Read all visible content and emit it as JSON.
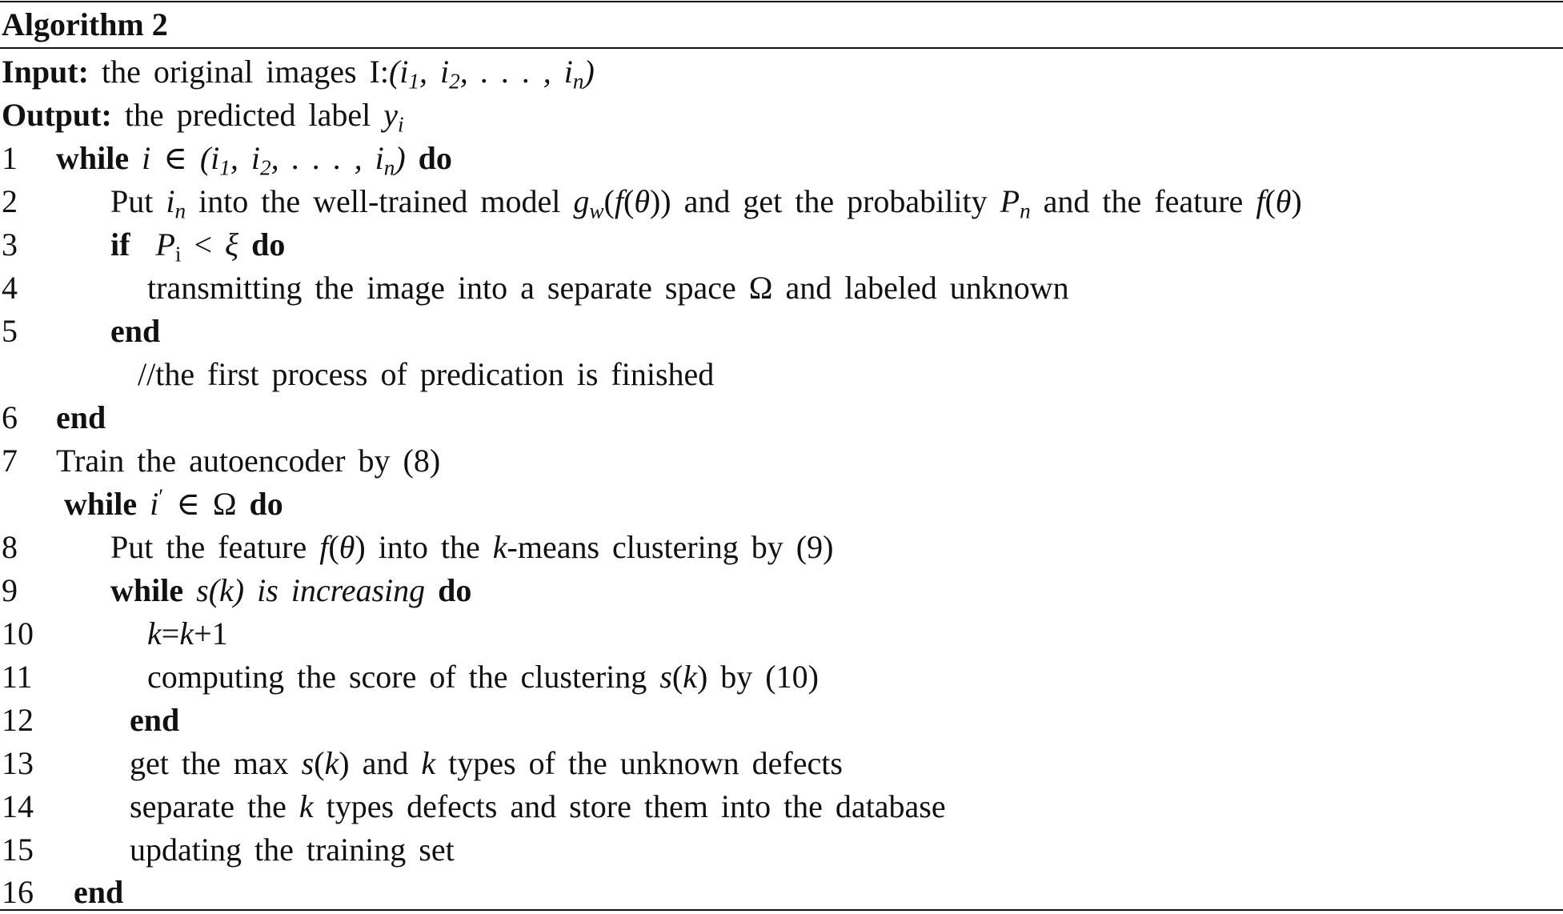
{
  "algorithm": {
    "title": "Algorithm 2",
    "input_label": "Input:",
    "input_text": "the original images I:",
    "output_label": "Output:",
    "output_text": "the predicted label",
    "lines": [
      {
        "number": "1",
        "kw": "while",
        "kw_end": "do"
      },
      {
        "number": "2",
        "pre": "Put",
        "mid1": "into the well-trained model",
        "mid2": "and get the probability",
        "mid3": "and the feature"
      },
      {
        "number": "3",
        "kw": "if",
        "kw_end": "do"
      },
      {
        "number": "4",
        "pre": "transmitting the image into a separate space",
        "post": "and labeled unknown"
      },
      {
        "number": "5",
        "kw": "end"
      },
      {
        "comment": "//the first process of predication is finished"
      },
      {
        "number": "6",
        "kw": "end"
      },
      {
        "number": "7",
        "pre": "Train the autoencoder by (8)"
      },
      {
        "kw": "while",
        "kw_end": "do"
      },
      {
        "number": "8",
        "pre": "Put the feature",
        "mid1": "into the",
        "post": "-means clustering by (9)"
      },
      {
        "number": "9",
        "kw": "while",
        "cond": "is increasing",
        "kw_end": "do"
      },
      {
        "number": "10"
      },
      {
        "number": "11",
        "pre": "computing the score of the clustering",
        "post": "by (10)"
      },
      {
        "number": "12",
        "kw": "end"
      },
      {
        "number": "13",
        "pre": "get the max",
        "mid1": "and",
        "post": "types of the unknown defects"
      },
      {
        "number": "14",
        "pre": "separate the",
        "post": "types defects and store them into the database"
      },
      {
        "number": "15",
        "pre": "updating the training set"
      },
      {
        "number": "16",
        "kw": "end"
      }
    ]
  }
}
